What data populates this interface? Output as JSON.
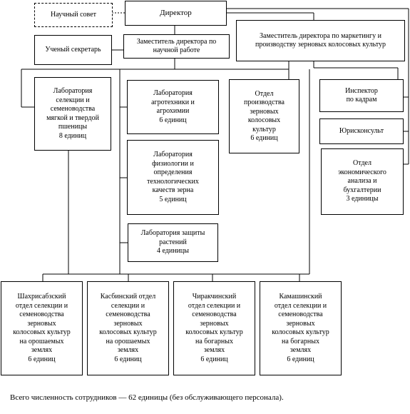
{
  "boxes": {
    "scientific_council": "Научный совет",
    "director": "Директор",
    "secretary": "Ученый секретарь",
    "deputy_science": "Заместитель директора по\nнаучной работе",
    "deputy_marketing": "Заместитель директора по маркетингу и\nпроизводству зерновых колосовых культур",
    "lab_breeding": "Лаборатория\nселекции и\nсеменоводства\nмягкой и твердой\nпшеницы\n8 единиц",
    "lab_agro": "Лаборатория\nагротехники и\nагрохимии\n6 единиц",
    "lab_physiology": "Лаборатория\nфизиологии и\nопределения\nтехнологических\nкачеств зерна\n5 единиц",
    "lab_protection": "Лаборатория защиты\nрастений\n4 единицы",
    "dept_production": "Отдел\nпроизводства\nзерновых\nколосовых\nкультур\n6 единиц",
    "hr_inspector": "Инспектор\nпо кадрам",
    "legal": "Юрисконсульт",
    "dept_economics": "Отдел\nэкономического\nанализа и\nбухгалтерии\n3 единицы",
    "branch_1": "Шахрисабзский\nотдел селекции и\nсеменоводства\nзерновых\nколосовых культур\nна орошаемых\nземлях\n6 единиц",
    "branch_2": "Касбинский отдел\nселекции и\nсеменоводства\nзерновых\nколосовых культур\nна орошаемых\nземлях\n6 единиц",
    "branch_3": "Чиракчинский\nотдел селекции и\nсеменоводства\nзерновых\nколосовых культур\nна богарных\nземлях\n6 единиц",
    "branch_4": "Камашинский\nотдел селекции и\nсеменоводства\nзерновых\nколосовых культур\nна богарных\nземлях\n6 единиц"
  },
  "footer": "Всего численность сотрудников — 62  единицы (без обслуживающего персонала)."
}
